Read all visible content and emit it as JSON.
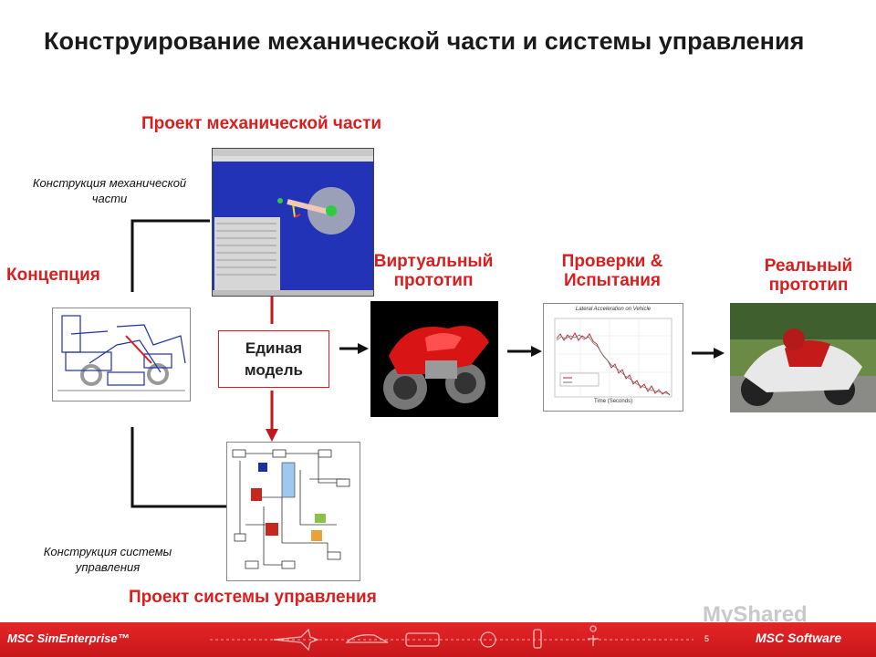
{
  "title": "Конструирование механической части и системы управления",
  "mech_design_heading": "Проект механической части",
  "control_design_heading": "Проект системы управления",
  "mech_caption": "Конструкция механической части",
  "control_caption": "Конструкция системы управления",
  "concept_label": "Концепция",
  "unified_model_label": "Единая модель",
  "virtual_prototype_label": "Виртуальный прототип",
  "tests_label": "Проверки & Испытания",
  "real_prototype_label": "Реальный прототип",
  "chart_title": "Lateral Acceleration on Vehicle",
  "chart_xlabel": "Time (Seconds)",
  "footer_left": "MSC SimEnterprise™",
  "footer_right": "MSC Software",
  "page_number": "5",
  "watermark": "MyShared",
  "colors": {
    "accent_red": "#d81e1e",
    "footer_red": "#e52628",
    "cad_blue": "#1f2fa8"
  }
}
